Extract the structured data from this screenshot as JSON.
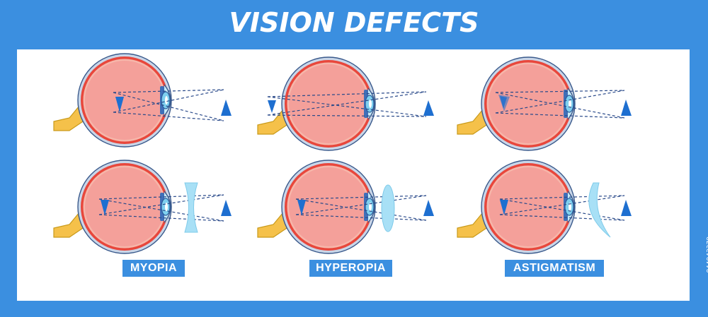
{
  "title": "VISION DEFECTS",
  "labels": {
    "myopia": "MYOPIA",
    "hyperopia": "HYPEROPIA",
    "astigmatism": "ASTIGMATISM"
  },
  "watermark": "844943279",
  "colors": {
    "frame": "#3b8fe0",
    "panel": "#ffffff",
    "eyeball": "#f4a09a",
    "sclera_rim": "#e8473c",
    "optic_nerve": "#f5c14a",
    "lens": "#7fd0ef",
    "image_triangle": "#1e6fd0",
    "ray": "#2a4a8a"
  }
}
